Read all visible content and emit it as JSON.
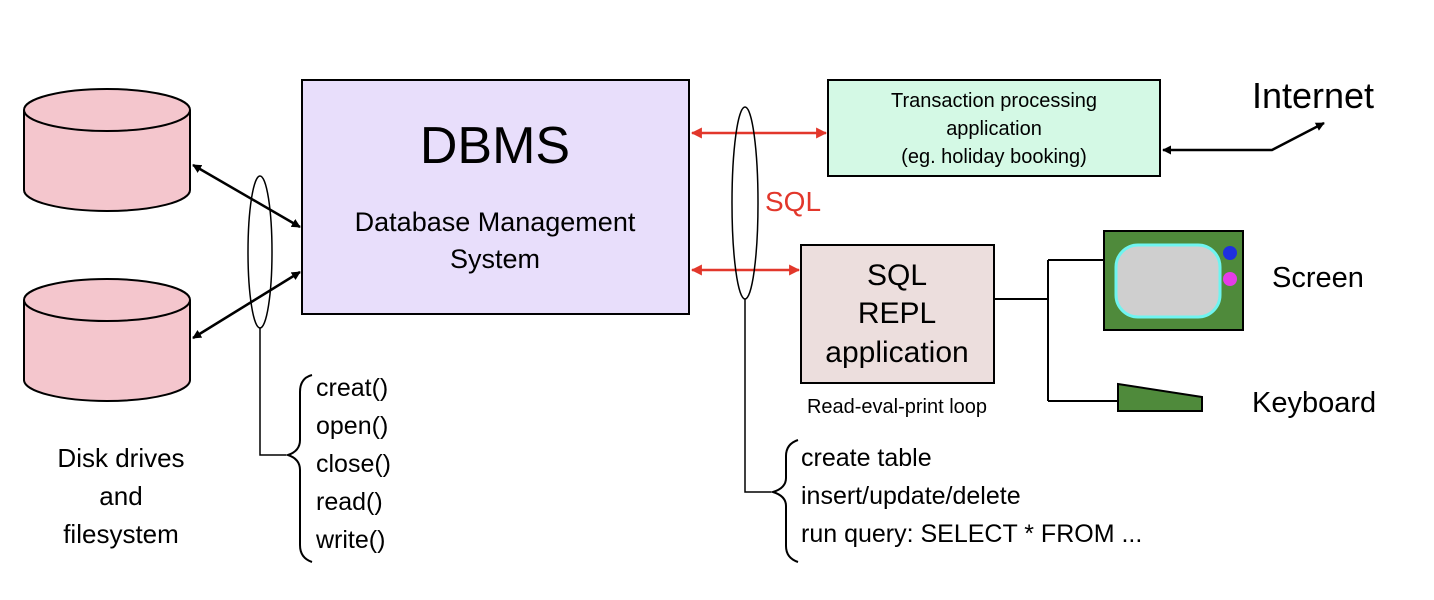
{
  "dbms": {
    "title": "DBMS",
    "subtitle_line1": "Database Management",
    "subtitle_line2": "System"
  },
  "disks": {
    "label_line1": "Disk drives",
    "label_line2": "and",
    "label_line3": "filesystem"
  },
  "file_calls": [
    "creat()",
    "open()",
    "close()",
    "read()",
    "write()"
  ],
  "sql_label": "SQL",
  "transaction_app": {
    "line1": "Transaction processing",
    "line2": "application",
    "line3": "(eg. holiday booking)"
  },
  "internet_label": "Internet",
  "repl_app": {
    "line1": "SQL",
    "line2": "REPL",
    "line3": "application",
    "caption": "Read-eval-print loop"
  },
  "screen_label": "Screen",
  "keyboard_label": "Keyboard",
  "sql_calls": [
    "create table",
    "insert/update/delete",
    "run query: SELECT * FROM ..."
  ],
  "colors": {
    "disk_fill": "#f4c6cd",
    "dbms_fill": "#e8defb",
    "transaction_fill": "#d4f9e5",
    "repl_fill": "#ecdedd",
    "sql_accent": "#e2372b",
    "screen_body": "#4f8a3b",
    "screen_display": "#cfcfcf",
    "screen_border": "#6ff4f0",
    "knob_blue": "#1f2fe0",
    "knob_magenta": "#e43ce8",
    "keyboard_fill": "#4f8a3b"
  }
}
